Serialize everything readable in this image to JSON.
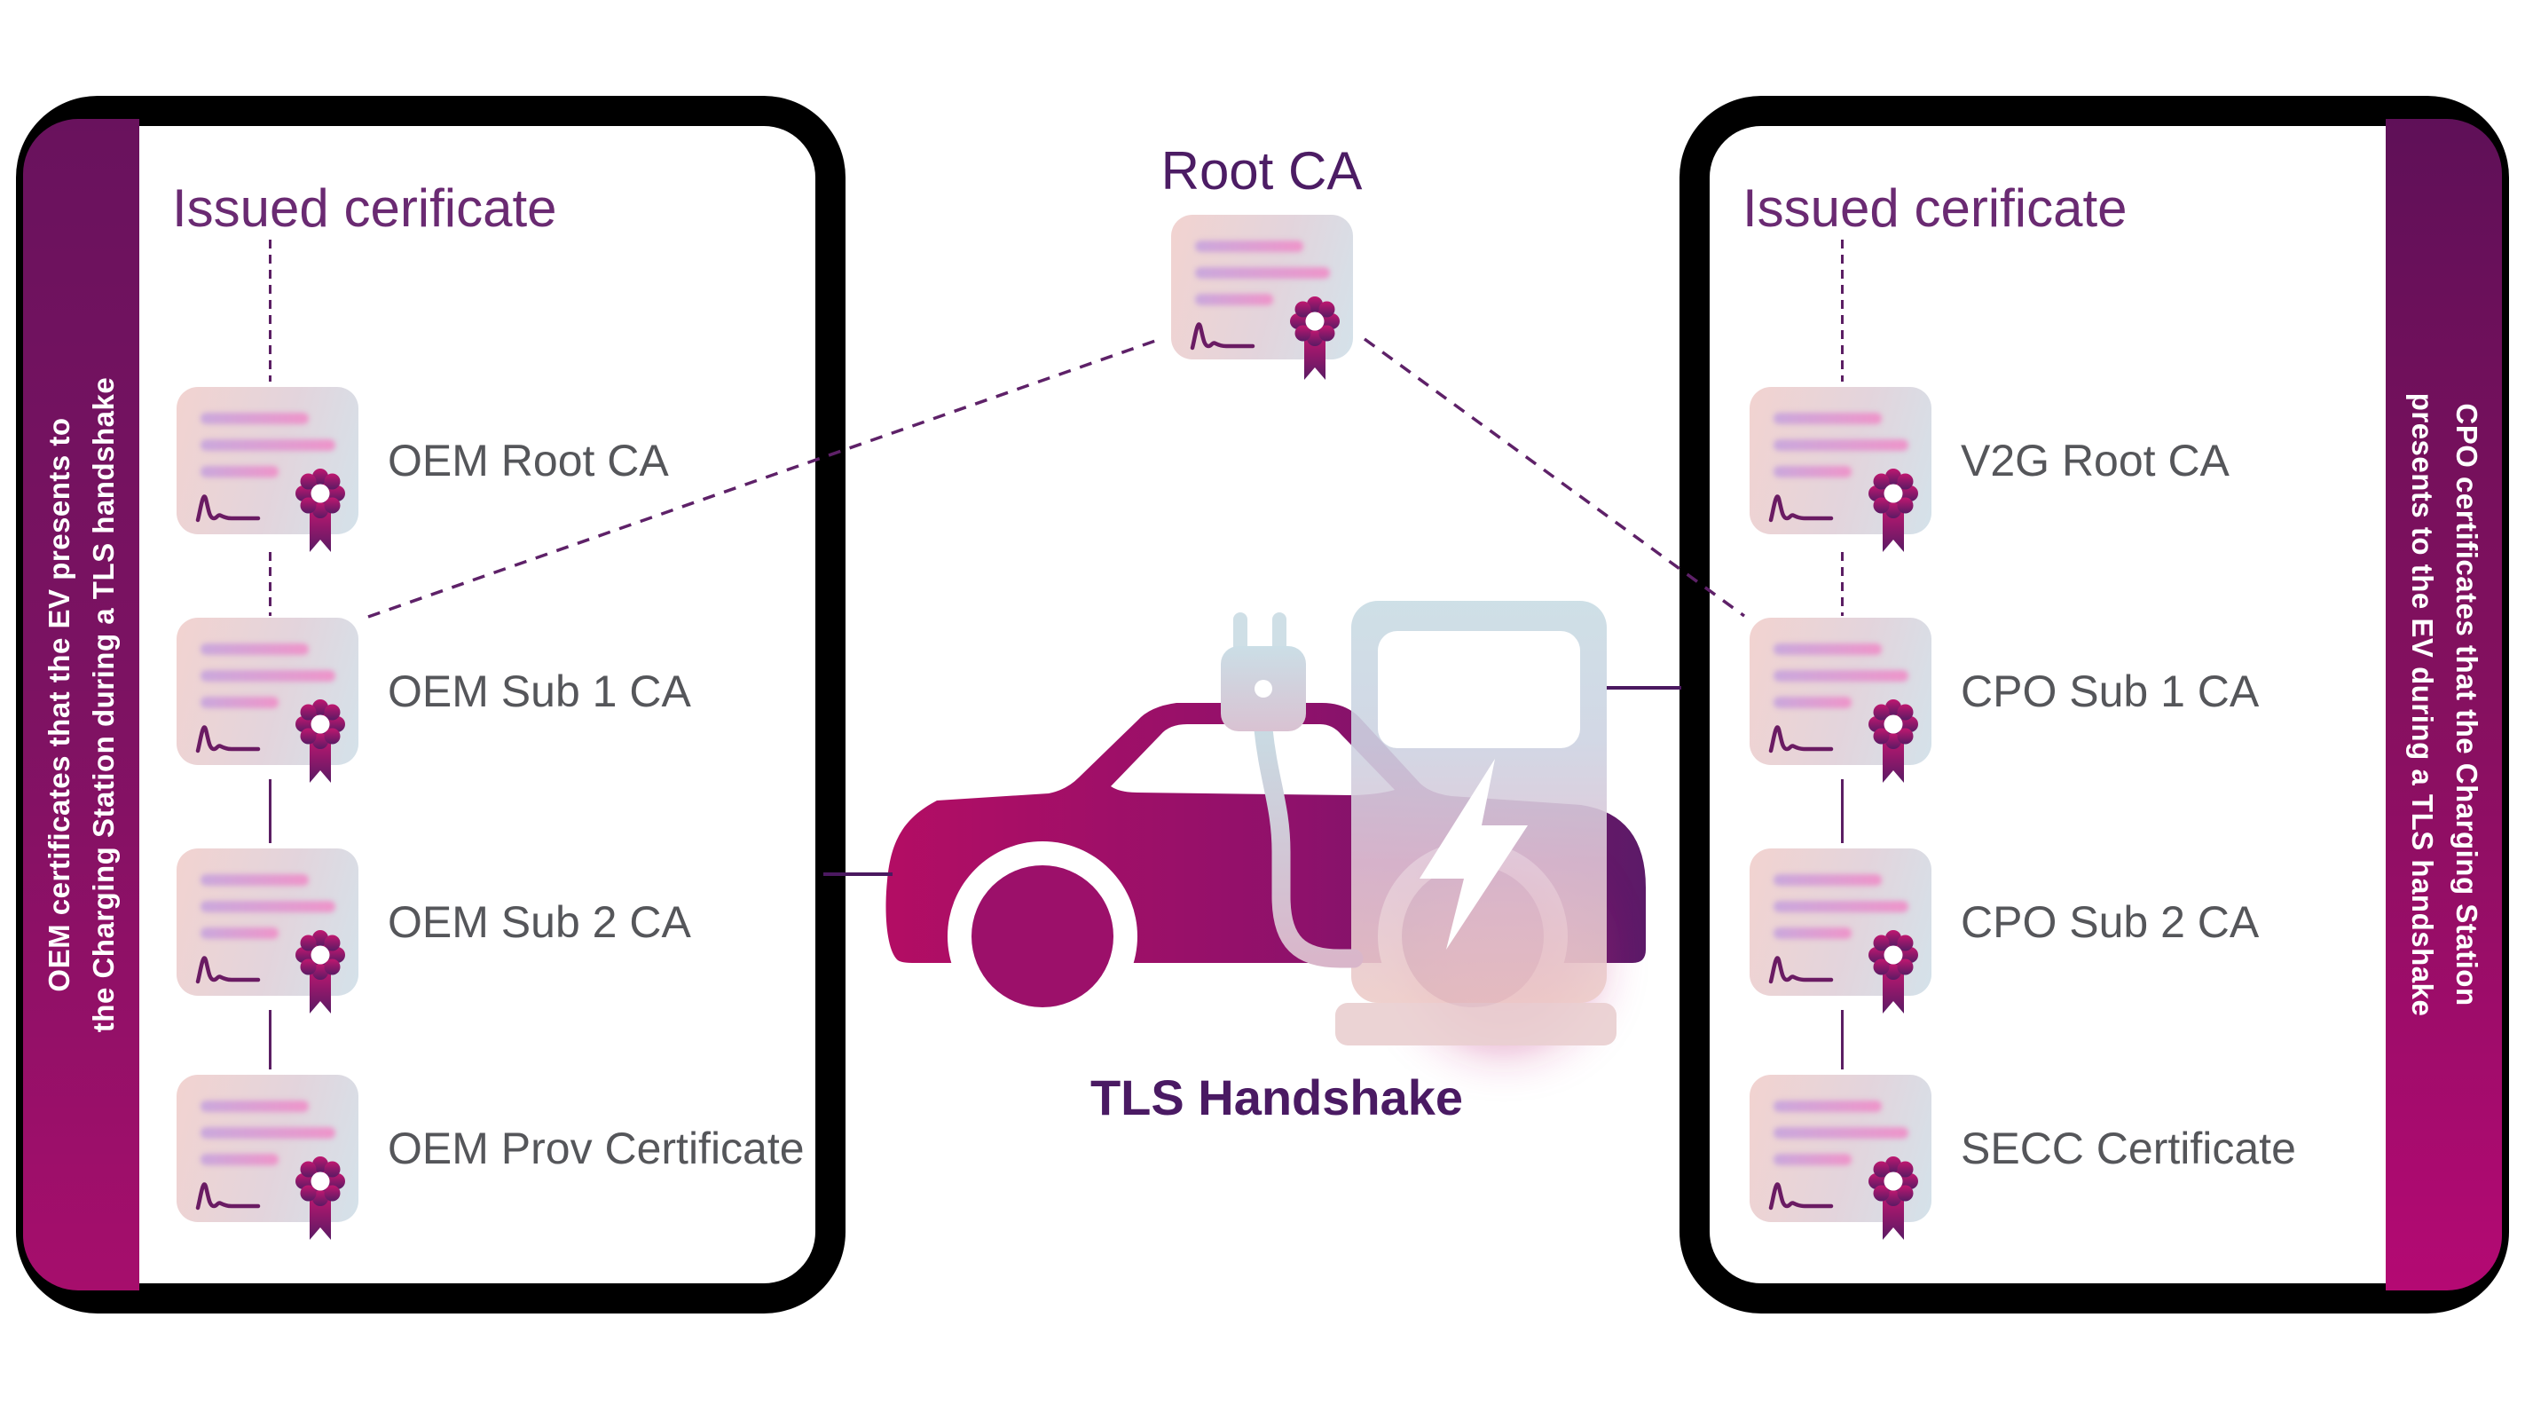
{
  "root_ca": {
    "title": "Root CA"
  },
  "tls": {
    "label": "TLS Handshake"
  },
  "left_panel": {
    "title": "Issued cerificate",
    "side_note_line1": "OEM certificates that the EV presents to",
    "side_note_line2": "the Charging Station during a TLS handshake",
    "certificates": [
      {
        "label": "OEM Root CA"
      },
      {
        "label": "OEM Sub 1 CA"
      },
      {
        "label": "OEM Sub 2 CA"
      },
      {
        "label": "OEM Prov Certificate"
      }
    ]
  },
  "right_panel": {
    "title": "Issued cerificate",
    "side_note_line1": "CPO certificates that the Charging Station",
    "side_note_line2": "presents to the EV during a TLS handshake",
    "certificates": [
      {
        "label": "V2G Root CA"
      },
      {
        "label": "CPO Sub 1 CA"
      },
      {
        "label": "CPO Sub 2 CA"
      },
      {
        "label": "SECC Certificate"
      }
    ]
  },
  "colors": {
    "frame_black": "#000000",
    "title_purple": "#6A2A72",
    "heading_purple": "#4C1C64",
    "label_gray": "#55565A",
    "line_purple": "#5B1E63",
    "strip_top_purple": "#5F1058",
    "strip_bottom_magenta": "#B40973",
    "car_magenta": "#B30D64",
    "car_purple": "#5C1A68",
    "card_pink": "#F2D3D0",
    "card_blue": "#D4E2EA"
  },
  "icons": {
    "certificate": "certificate-icon",
    "rosette": "rosette-seal-icon",
    "car": "electric-car-icon",
    "station": "charging-station-icon",
    "bolt": "lightning-bolt-icon",
    "plug": "charging-plug-icon"
  }
}
